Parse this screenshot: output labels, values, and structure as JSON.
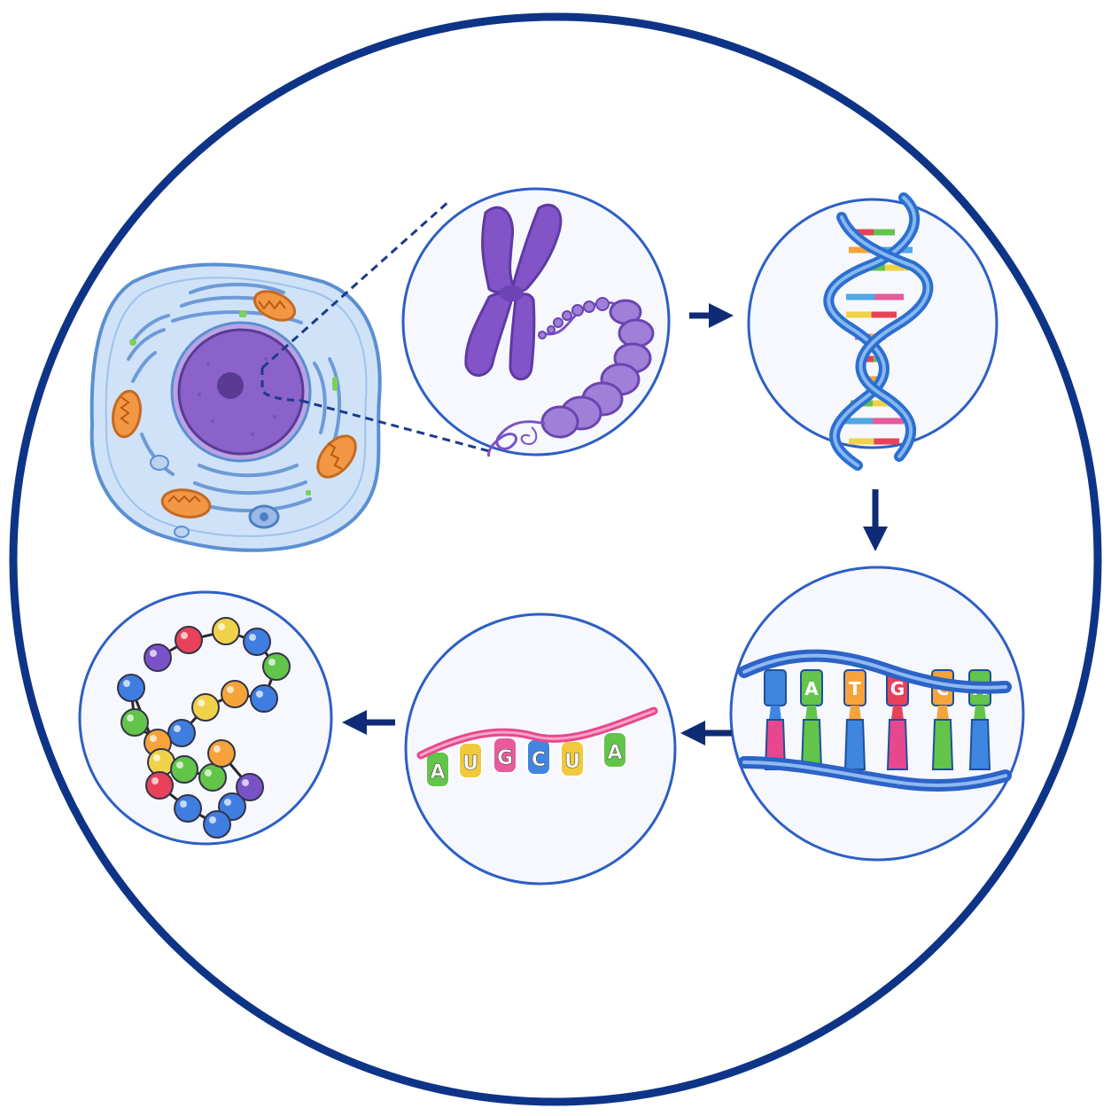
{
  "colors": {
    "frame": "#0e3488",
    "panel_ring": "#2d5fc4",
    "panel_fill": "#f6f8fd",
    "arrow": "#0f2b75",
    "cell_fill": "#cfe2f7",
    "cell_edge": "#5a8fd2",
    "nucleus": "#8a62c9",
    "nucleus_dark": "#5b3a96",
    "chromosome": "#8254c8",
    "chromatin": "#a07fd8",
    "helix_strand": "#2c6fd1",
    "mitochondria": "#f29744",
    "strand_pink": "#e8478d",
    "strand_blue": "#2d63c8"
  },
  "pairs": [
    "#e9415a",
    "#f6a33a",
    "#63c44a",
    "#4fa8e8",
    "#f0d24a",
    "#e85a9c"
  ],
  "dna_bases": [
    {
      "letter": "A",
      "color": "#63c44a"
    },
    {
      "letter": "T",
      "color": "#f6a33a"
    },
    {
      "letter": "G",
      "color": "#e9415a"
    },
    {
      "letter": "C",
      "color": "#f6a33a"
    },
    {
      "letter": "A",
      "color": "#63c44a"
    }
  ],
  "dna_extra": [
    {
      "letter": "",
      "color": "#3f86e0"
    },
    {
      "letter": "",
      "color": "#e8478d"
    },
    {
      "letter": "",
      "color": "#63c44a"
    }
  ],
  "rna_bases": [
    {
      "letter": "A",
      "color": "#63c44a"
    },
    {
      "letter": "U",
      "color": "#f0c93c"
    },
    {
      "letter": "G",
      "color": "#e85a9c"
    },
    {
      "letter": "C",
      "color": "#3f86e0"
    },
    {
      "letter": "U",
      "color": "#f0c93c"
    },
    {
      "letter": "A",
      "color": "#63c44a"
    }
  ],
  "bead_colors": [
    "#7a52c8",
    "#3f7ee0",
    "#e9415a",
    "#f6a33a",
    "#63c44a",
    "#f0d24a"
  ]
}
